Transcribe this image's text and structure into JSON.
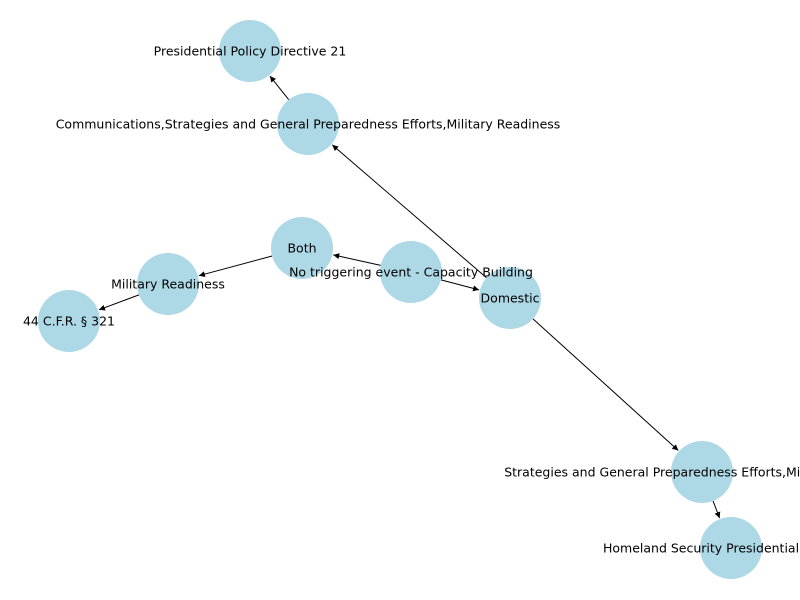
{
  "graph": {
    "node_color": "#add8e6",
    "edge_color": "#000000",
    "nodes": [
      {
        "id": "ppd21",
        "label": "Presidential Policy Directive 21"
      },
      {
        "id": "comms",
        "label": "Communications,Strategies and General Preparedness Efforts,Military Readiness"
      },
      {
        "id": "both",
        "label": "Both"
      },
      {
        "id": "notrigger",
        "label": "No triggering event - Capacity Building"
      },
      {
        "id": "domestic",
        "label": "Domestic"
      },
      {
        "id": "milready",
        "label": "Military Readiness"
      },
      {
        "id": "cfr321",
        "label": "44 C.F.R. § 321"
      },
      {
        "id": "strategies",
        "label": "Strategies and General Preparedness Efforts,Military Readiness"
      },
      {
        "id": "hspd",
        "label": "Homeland Security Presidential Directive"
      }
    ],
    "edges": [
      {
        "from": "notrigger",
        "to": "both"
      },
      {
        "from": "notrigger",
        "to": "domestic"
      },
      {
        "from": "both",
        "to": "milready"
      },
      {
        "from": "milready",
        "to": "cfr321"
      },
      {
        "from": "domestic",
        "to": "comms"
      },
      {
        "from": "comms",
        "to": "ppd21"
      },
      {
        "from": "domestic",
        "to": "strategies"
      },
      {
        "from": "strategies",
        "to": "hspd"
      }
    ]
  }
}
